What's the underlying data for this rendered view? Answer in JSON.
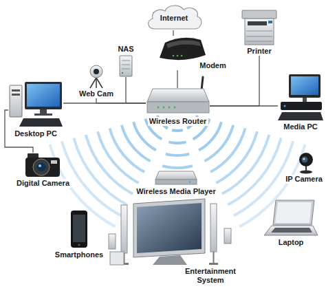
{
  "diagram": {
    "nodes": [
      {
        "text": [
          "Internet"
        ]
      },
      {
        "text": [
          "NAS"
        ]
      },
      {
        "text": [
          "Modem"
        ]
      },
      {
        "text": [
          "Printer"
        ]
      },
      {
        "text": [
          "Web Cam"
        ]
      },
      {
        "text": [
          "Desktop PC"
        ]
      },
      {
        "text": [
          "Wireless Router"
        ]
      },
      {
        "text": [
          "Media PC"
        ]
      },
      {
        "text": [
          "IP Camera"
        ]
      },
      {
        "text": [
          "Digital Camera"
        ]
      },
      {
        "text": [
          "Wireless Media Player"
        ]
      },
      {
        "text": [
          "Smartphones"
        ]
      },
      {
        "text": [
          "Laptop"
        ]
      },
      {
        "text": [
          "Entertainment System"
        ]
      }
    ],
    "edges": [
      {
        "from": 0,
        "to": 2,
        "arrow": "none"
      },
      {
        "from": 2,
        "to": 6,
        "arrow": "none"
      },
      {
        "from": 5,
        "to": 6,
        "arrow": "none"
      },
      {
        "from": 1,
        "to": 6,
        "arrow": "none"
      },
      {
        "from": 4,
        "to": 6,
        "arrow": "none"
      },
      {
        "from": 3,
        "to": 6,
        "arrow": "none"
      },
      {
        "from": 6,
        "to": 7,
        "arrow": "none"
      },
      {
        "from": 5,
        "to": 9,
        "arrow": "none"
      }
    ]
  }
}
